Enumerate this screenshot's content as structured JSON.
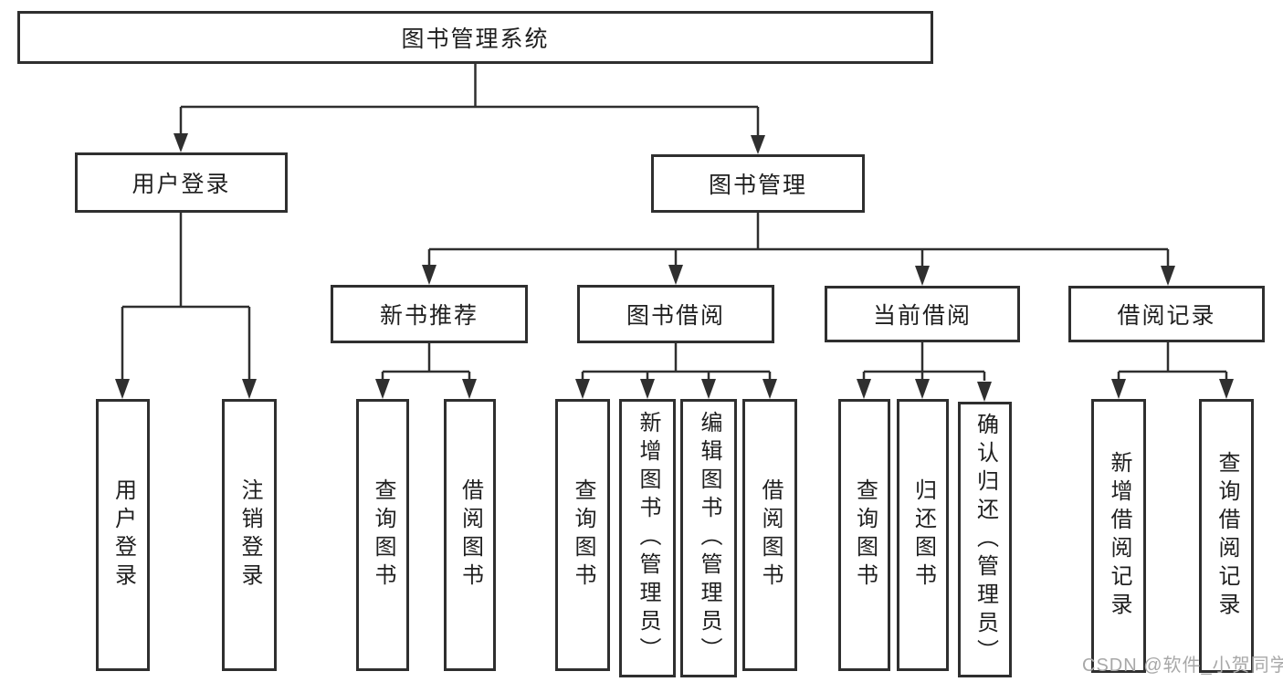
{
  "diagram": {
    "root": {
      "label": "图书管理系统"
    },
    "level2": [
      {
        "label": "用户登录"
      },
      {
        "label": "图书管理"
      }
    ],
    "level3": [
      {
        "label": "新书推荐"
      },
      {
        "label": "图书借阅"
      },
      {
        "label": "当前借阅"
      },
      {
        "label": "借阅记录"
      }
    ],
    "leaves": {
      "user_login": [
        {
          "label": "用户登录"
        },
        {
          "label": "注销登录"
        }
      ],
      "new_books": [
        {
          "label": "查询图书"
        },
        {
          "label": "借阅图书"
        }
      ],
      "borrow": [
        {
          "label": "查询图书"
        },
        {
          "label": "新增图书（管理员）"
        },
        {
          "label": "编辑图书（管理员）"
        },
        {
          "label": "借阅图书"
        }
      ],
      "current": [
        {
          "label": "查询图书"
        },
        {
          "label": "归还图书"
        },
        {
          "label": "确认归还（管理员）"
        }
      ],
      "records": [
        {
          "label": "新增借阅记录"
        },
        {
          "label": "查询借阅记录"
        }
      ]
    },
    "watermark": {
      "text": "CSDN @软件_小贺同学",
      "color": "#a8a8a8"
    },
    "colors": {
      "line": "#2f2f2f",
      "box_border": "#2f2f2f",
      "text": "#1f1f1f",
      "background": "#ffffff"
    }
  }
}
